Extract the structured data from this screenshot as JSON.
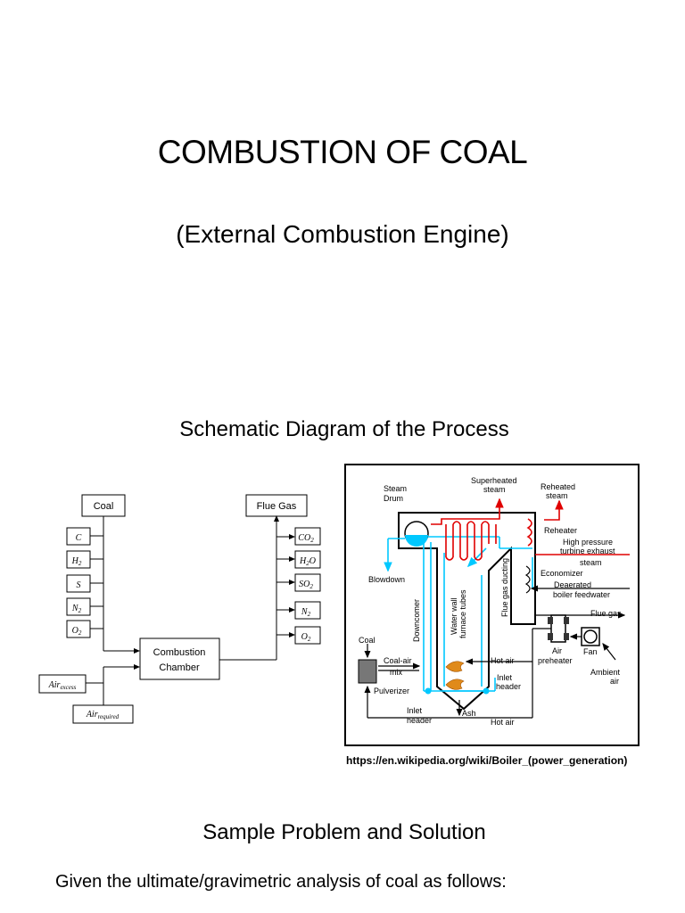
{
  "slide": {
    "title": "COMBUSTION OF COAL",
    "subtitle": "(External Combustion Engine)",
    "schematic_heading": "Schematic Diagram of the Process",
    "sample_heading": "Sample Problem and Solution",
    "body_text": "Given the ultimate/gravimetric analysis of coal as follows:",
    "source_url": "https://en.wikipedia.org/wiki/Boiler_(power_generation)"
  },
  "block_diagram": {
    "coal_label": "Coal",
    "flue_gas_label": "Flue Gas",
    "chamber_line1": "Combustion",
    "chamber_line2": "Chamber",
    "inputs": [
      {
        "base": "C",
        "sub": ""
      },
      {
        "base": "H",
        "sub": "2"
      },
      {
        "base": "S",
        "sub": ""
      },
      {
        "base": "N",
        "sub": "2"
      },
      {
        "base": "O",
        "sub": "2"
      }
    ],
    "outputs": [
      {
        "base": "CO",
        "sub": "2",
        "tail": ""
      },
      {
        "base": "H",
        "sub": "2",
        "tail": "O"
      },
      {
        "base": "SO",
        "sub": "2",
        "tail": ""
      },
      {
        "base": "N",
        "sub": "2",
        "tail": ""
      },
      {
        "base": "O",
        "sub": "2",
        "tail": ""
      }
    ],
    "air_excess": {
      "base": "Air",
      "sub": "excess"
    },
    "air_required": {
      "base": "Air",
      "sub": "required"
    }
  },
  "boiler_diagram": {
    "labels": {
      "steam_drum_1": "Steam",
      "steam_drum_2": "Drum",
      "superheated_1": "Superheated",
      "superheated_2": "steam",
      "reheated_1": "Reheated",
      "reheated_2": "steam",
      "reheater": "Reheater",
      "hp_exhaust_1": "High pressure",
      "hp_exhaust_2": "turbine exhaust",
      "hp_exhaust_3": "steam",
      "economizer": "Economizer",
      "deaerated_1": "Deaerated",
      "deaerated_2": "boiler feedwater",
      "blowdown": "Blowdown",
      "downcomer": "Downcomer",
      "waterwall_1": "Water wall",
      "waterwall_2": "furnace tubes",
      "flue_gas_ducting": "Flue gas ducting",
      "flue_gas": "Flue gas",
      "air_preheater_1": "Air",
      "air_preheater_2": "preheater",
      "fan": "Fan",
      "ambient_1": "Ambient",
      "ambient_2": "air",
      "coal": "Coal",
      "coal_air_1": "Coal-air",
      "coal_air_2": "mix",
      "pulverizer": "Pulverizer",
      "hot_air_top": "Hot air",
      "inlet_header_r1": "Inlet",
      "inlet_header_r2": "header",
      "inlet_header_l1": "Inlet",
      "inlet_header_l2": "header",
      "ash": "Ash",
      "hot_air_bottom": "Hot air"
    },
    "colors": {
      "water": "#00c8ff",
      "steam": "#e00000",
      "line": "#000000"
    }
  }
}
